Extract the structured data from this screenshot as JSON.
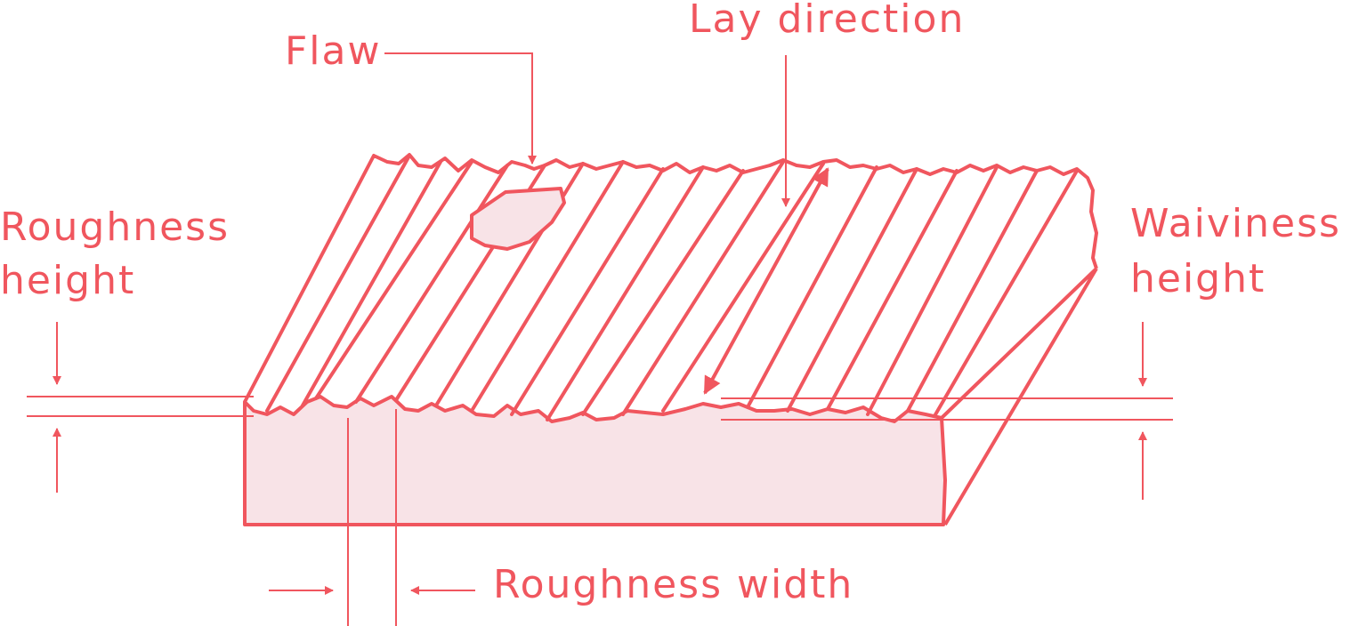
{
  "labels": {
    "flaw": "Flaw",
    "lay_direction": "Lay direction",
    "roughness_height": [
      "Roughness",
      "height"
    ],
    "waviness_height": [
      "Waiviness",
      "height"
    ],
    "roughness_width": "Roughness width"
  },
  "colors": {
    "stroke": "#f0565e",
    "fill": "#f8e3e7",
    "background": "#ffffff"
  }
}
